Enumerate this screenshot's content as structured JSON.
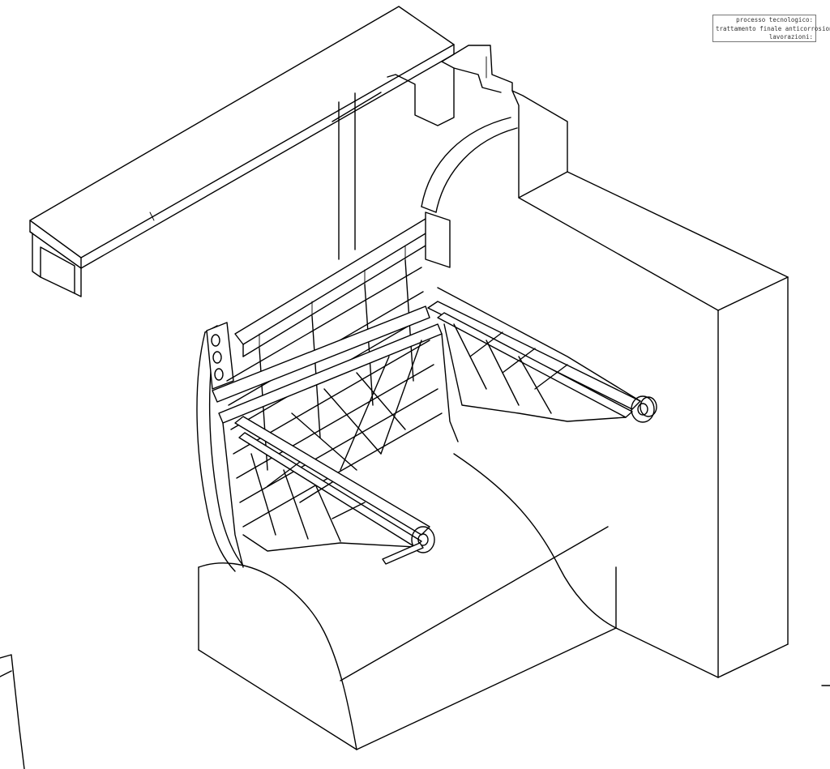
{
  "title_block": {
    "line1": "processo tecnologico:",
    "line2": "trattamento finale anticorrosione:",
    "line3": "lavorazioni:"
  }
}
